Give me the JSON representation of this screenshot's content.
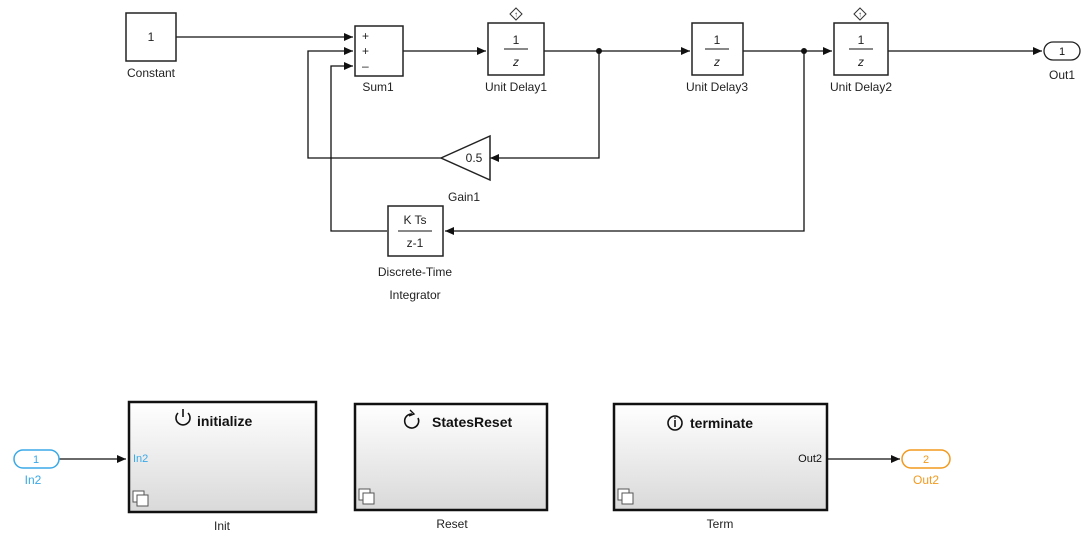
{
  "top_diagram": {
    "constant": {
      "value": "1",
      "label": "Constant"
    },
    "sum": {
      "signs": [
        "+",
        "+",
        "–"
      ],
      "label": "Sum1"
    },
    "unit_delay1": {
      "num": "1",
      "den": "z",
      "label": "Unit Delay1"
    },
    "unit_delay3": {
      "num": "1",
      "den": "z",
      "label": "Unit Delay3"
    },
    "unit_delay2": {
      "num": "1",
      "den": "z",
      "label": "Unit Delay2"
    },
    "gain": {
      "value": "0.5",
      "label": "Gain1"
    },
    "integrator": {
      "num": "K Ts",
      "den": "z-1",
      "label_line1": "Discrete-Time",
      "label_line2": "Integrator"
    },
    "outport": {
      "number": "1",
      "label": "Out1"
    }
  },
  "bottom_diagram": {
    "inport": {
      "number": "1",
      "label": "In2"
    },
    "init": {
      "title": "initialize",
      "port_in": "In2",
      "label": "Init"
    },
    "reset": {
      "title": "StatesReset",
      "label": "Reset"
    },
    "term": {
      "title": "terminate",
      "port_out": "Out2",
      "label": "Term"
    },
    "outport": {
      "number": "2",
      "label": "Out2"
    }
  },
  "colors": {
    "inport_blue": "#3aa9e8",
    "outport_orange": "#f29a1f",
    "line": "#111111"
  }
}
